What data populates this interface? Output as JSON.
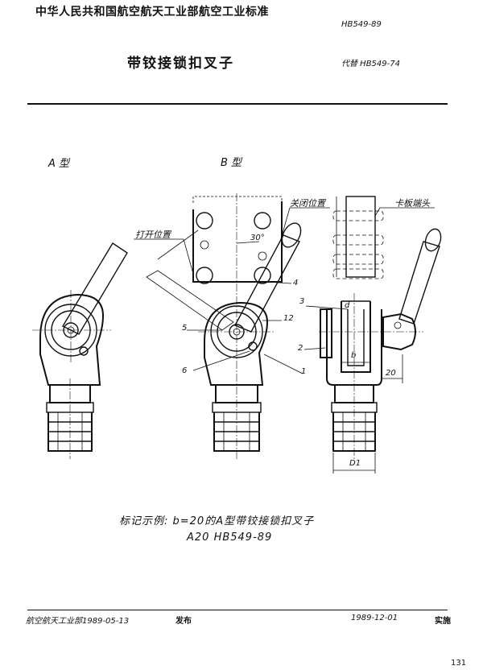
{
  "header": {
    "standard_title": "中华人民共和国航空航天工业部航空工业标准",
    "standard_number": "HB549-89",
    "doc_title": "带铰接锁扣叉子",
    "replaces": "代替 HB549-74"
  },
  "drawing": {
    "type_a": "A 型",
    "type_b": "B 型",
    "closed_position": "关闭位置",
    "open_position": "打开位置",
    "card_head": "卡板端头",
    "angle": "30°",
    "dim_12": "12",
    "dim_20": "20",
    "dim_b": "b",
    "dim_d": "d",
    "dim_d1": "D1",
    "parts": [
      "1",
      "2",
      "3",
      "4",
      "5",
      "6"
    ]
  },
  "marking": {
    "example_line": "标记示例:  b=20的A型带铰接锁扣叉子",
    "code_line": "A20    HB549-89"
  },
  "footer": {
    "issuer": "航空航天工业部1989-05-13",
    "issued": "发布",
    "effective_date": "1989-12-01",
    "implemented": "实施"
  },
  "page_number": "131"
}
